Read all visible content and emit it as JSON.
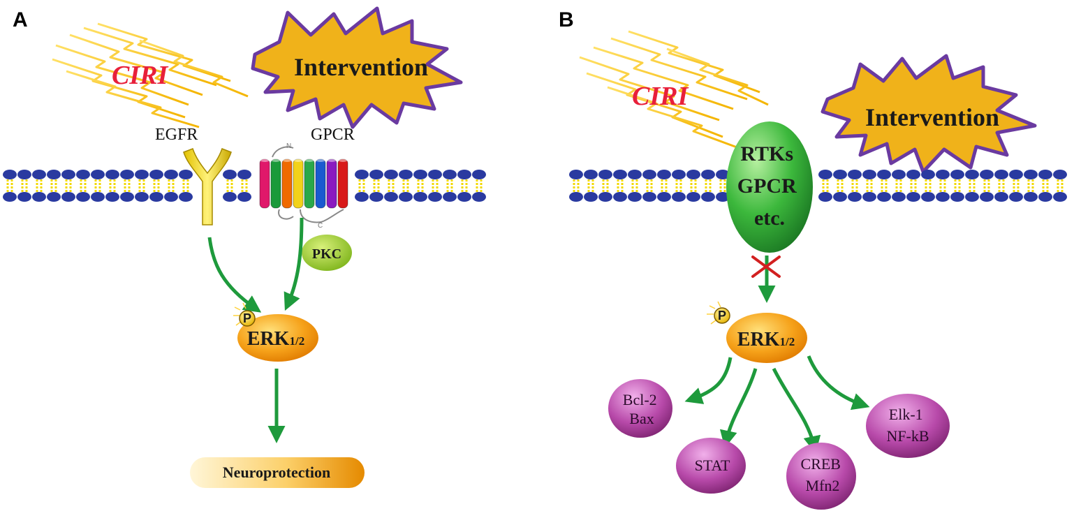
{
  "panels": [
    {
      "letter": "A",
      "ciri": "CIRI",
      "intervention": "Intervention",
      "receptors": [
        "EGFR",
        "GPCR"
      ],
      "gpcr_terminals": {
        "n": "N",
        "c": "C"
      },
      "pkc": "PKC",
      "phospho": "P",
      "erk": {
        "main": "ERK",
        "sub": "1/2"
      },
      "outcome": "Neuroprotection"
    },
    {
      "letter": "B",
      "ciri": "CIRI",
      "intervention": "Intervention",
      "receptor_lines": [
        "RTKs",
        "GPCR",
        "etc."
      ],
      "phospho": "P",
      "erk": {
        "main": "ERK",
        "sub": "1/2"
      },
      "targets": [
        {
          "lines": [
            "Bcl-2",
            "Bax"
          ]
        },
        {
          "lines": [
            "STAT"
          ]
        },
        {
          "lines": [
            "CREB",
            "Mfn2"
          ]
        },
        {
          "lines": [
            "Elk-1",
            "NF-kB"
          ]
        }
      ]
    }
  ],
  "colors": {
    "arrow": "#1e9a3c",
    "membrane_head": "#2a3aa0",
    "membrane_tail": "#f2d800",
    "intervention_fill": "#f0b21a",
    "intervention_stroke": "#6a3aa0",
    "erk": "#f6a21a",
    "pkc": "#9ccd2a",
    "receptor_ball": "#3cb83c",
    "target": "#b84aaa",
    "block_x": "#d22020"
  }
}
